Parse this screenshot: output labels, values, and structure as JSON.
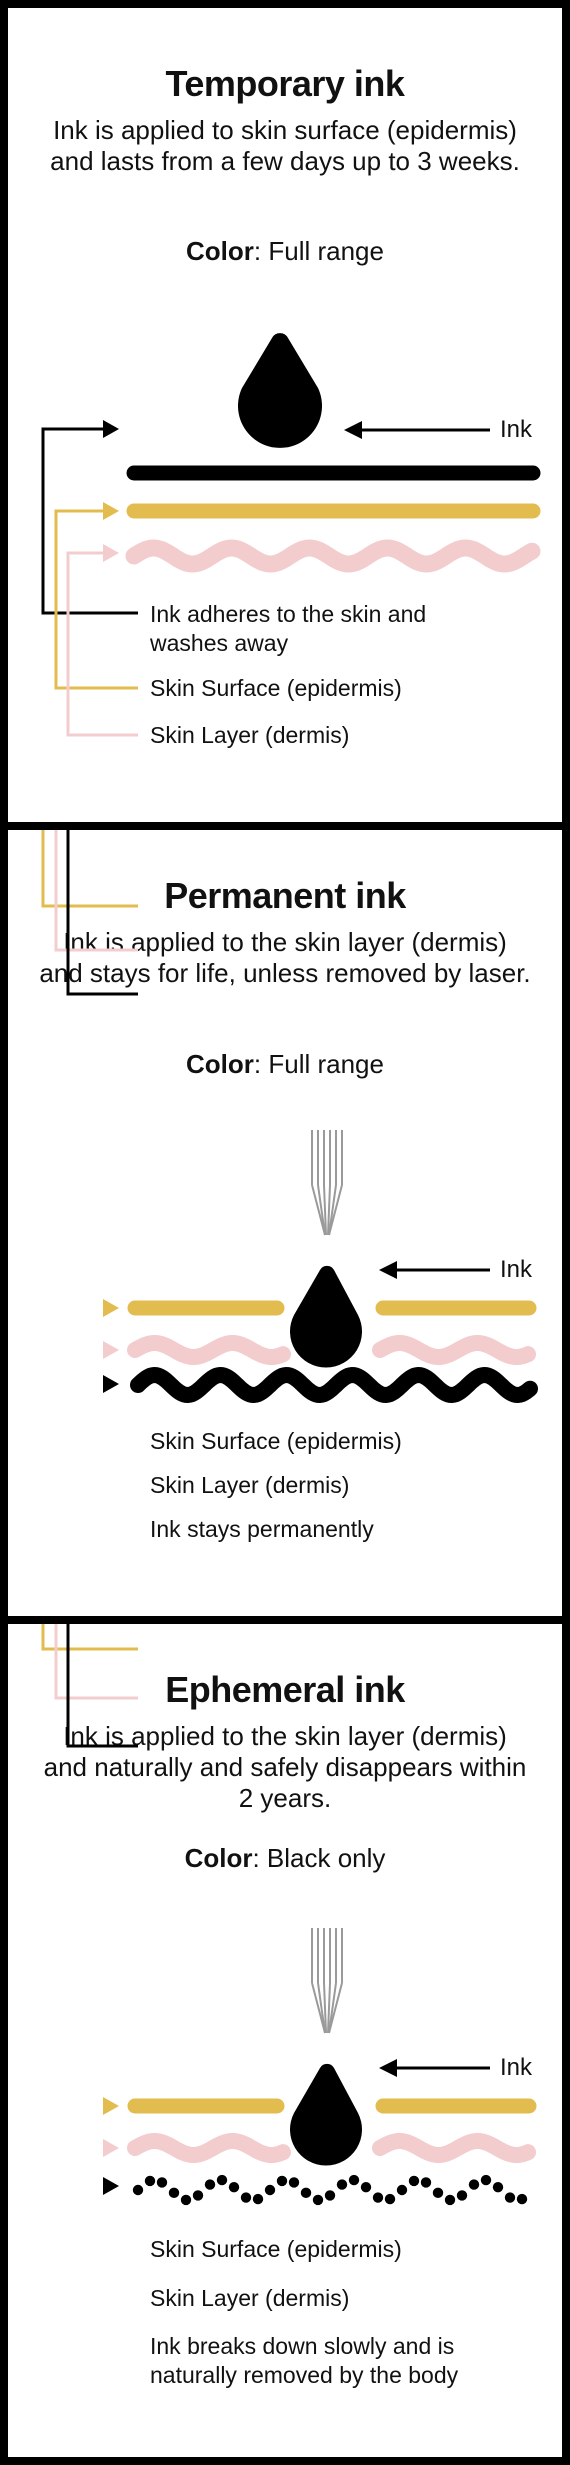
{
  "colors": {
    "ink": "#000000",
    "epidermis": "#E3BC4F",
    "dermis": "#F3CCCE",
    "needle": "#9A9A9A"
  },
  "panels": [
    {
      "title": "Temporary ink",
      "description": "Ink is applied to skin surface (epidermis) and lasts from a few days up to 3 weeks.",
      "color_label": "Color",
      "color_value": ": Full range",
      "ink_label": "Ink",
      "labels": [
        "Ink adheres to the skin and washes away",
        "Skin Surface (epidermis)",
        "Skin Layer (dermis)"
      ]
    },
    {
      "title": "Permanent ink",
      "description": "Ink is applied to the skin layer (dermis) and stays for life, unless removed by laser.",
      "color_label": "Color",
      "color_value": ": Full range",
      "ink_label": "Ink",
      "labels": [
        "Skin Surface (epidermis)",
        "Skin Layer (dermis)",
        "Ink stays permanently"
      ]
    },
    {
      "title": "Ephemeral ink",
      "description": "Ink is applied to the skin layer (dermis) and naturally and safely disappears within 2 years.",
      "color_label": "Color",
      "color_value": ": Black only",
      "ink_label": "Ink",
      "labels": [
        "Skin Surface (epidermis)",
        "Skin Layer (dermis)",
        "Ink breaks down slowly and is naturally removed by the body"
      ]
    }
  ]
}
